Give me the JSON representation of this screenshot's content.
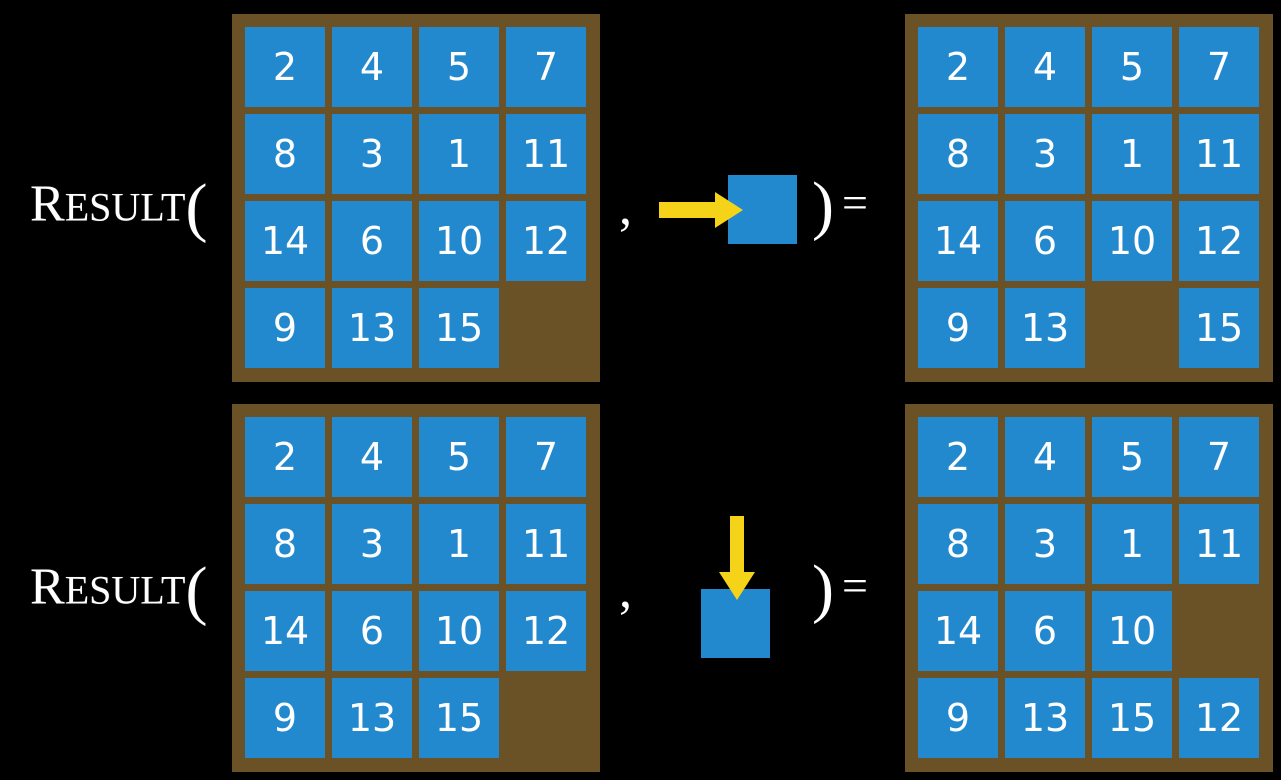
{
  "diagram": {
    "title": "RESULT function applied to 15-puzzle states",
    "background_color": "#000000",
    "board_color": "#6b5226",
    "tile_color": "#2389cf",
    "tile_text_color": "#ffffff",
    "arrow_color": "#f5d319"
  },
  "labels": {
    "result_cap": "R",
    "result_small": "ESULT",
    "open_paren": "(",
    "comma": ",",
    "close_paren": ")",
    "equals": "="
  },
  "rows": [
    {
      "id": "row-1",
      "action": {
        "name": "move-blank-right",
        "arrow_direction": "right",
        "arrow_icon": "arrow-right-icon",
        "tile_label": ""
      },
      "input_board": {
        "name": "input-board-row-1",
        "rows": [
          [
            "2",
            "4",
            "5",
            "7"
          ],
          [
            "8",
            "3",
            "1",
            "11"
          ],
          [
            "14",
            "6",
            "10",
            "12"
          ],
          [
            "9",
            "13",
            "15",
            ""
          ]
        ]
      },
      "output_board": {
        "name": "output-board-row-1",
        "rows": [
          [
            "2",
            "4",
            "5",
            "7"
          ],
          [
            "8",
            "3",
            "1",
            "11"
          ],
          [
            "14",
            "6",
            "10",
            "12"
          ],
          [
            "9",
            "13",
            "",
            "15"
          ]
        ]
      }
    },
    {
      "id": "row-2",
      "action": {
        "name": "move-blank-down",
        "arrow_direction": "down",
        "arrow_icon": "arrow-down-icon",
        "tile_label": ""
      },
      "input_board": {
        "name": "input-board-row-2",
        "rows": [
          [
            "2",
            "4",
            "5",
            "7"
          ],
          [
            "8",
            "3",
            "1",
            "11"
          ],
          [
            "14",
            "6",
            "10",
            "12"
          ],
          [
            "9",
            "13",
            "15",
            ""
          ]
        ]
      },
      "output_board": {
        "name": "output-board-row-2",
        "rows": [
          [
            "2",
            "4",
            "5",
            "7"
          ],
          [
            "8",
            "3",
            "1",
            "11"
          ],
          [
            "14",
            "6",
            "10",
            ""
          ],
          [
            "9",
            "13",
            "15",
            "12"
          ]
        ]
      }
    }
  ]
}
